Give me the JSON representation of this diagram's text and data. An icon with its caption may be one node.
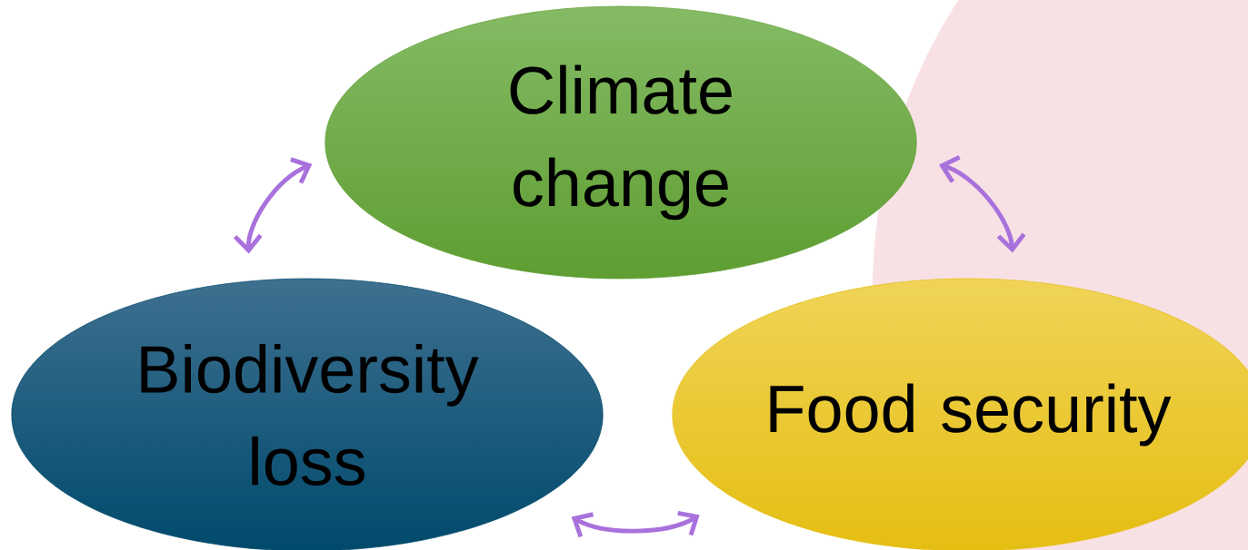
{
  "diagram": {
    "nodes": [
      {
        "text": [
          "Climate change"
        ]
      },
      {
        "text": [
          "Biodiversity loss"
        ]
      },
      {
        "text": [
          "Food security"
        ]
      }
    ],
    "edges": [
      {
        "from": 0,
        "to": 1,
        "arrow": "both"
      },
      {
        "from": 0,
        "to": 2,
        "arrow": "both"
      },
      {
        "from": 1,
        "to": 2,
        "arrow": "both"
      }
    ]
  }
}
